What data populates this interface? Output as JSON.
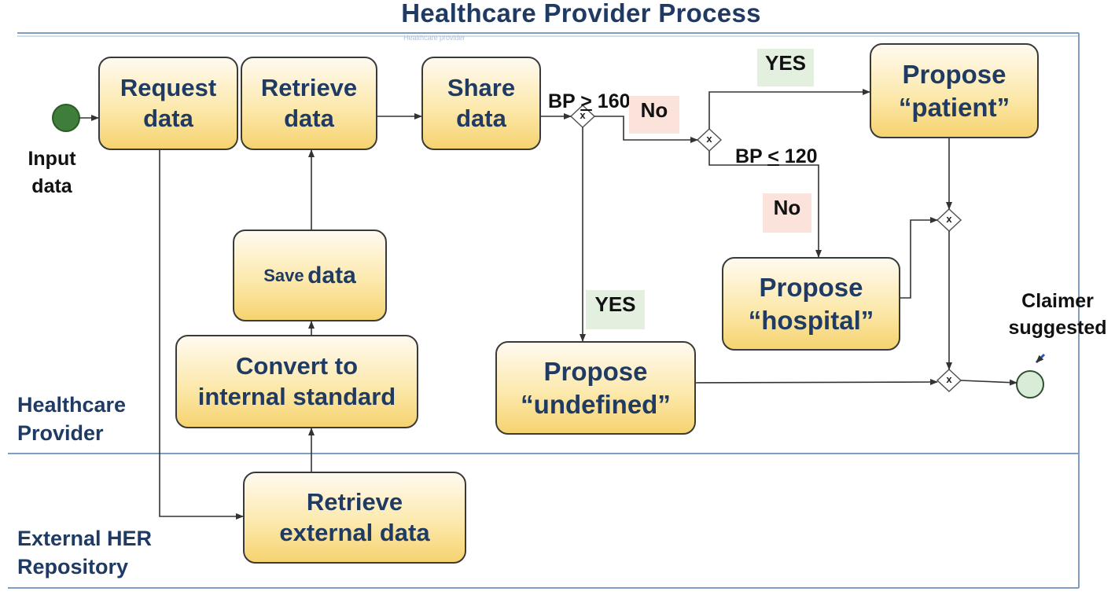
{
  "title": "Healthcare Provider Process",
  "lane_caption": "Healthcare provider",
  "lanes": {
    "provider": "Healthcare\nProvider",
    "external": "External HER\nRepository"
  },
  "events": {
    "start": "Input\ndata",
    "end": "Claimer\nsuggested"
  },
  "tasks": {
    "request_data": "Request\ndata",
    "retrieve_data": "Retrieve\ndata",
    "share_data": "Share\ndata",
    "save_data_small": "Save",
    "save_data_big": "data",
    "convert": "Convert to\ninternal standard",
    "retrieve_external": "Retrieve\nexternal data",
    "propose_patient": "Propose\n“patient”",
    "propose_hospital": "Propose\n“hospital”",
    "propose_undefined": "Propose\n“undefined”"
  },
  "conditions": {
    "bp_high_prefix": "BP ",
    "bp_high_op": ">",
    "bp_high_value": " 160",
    "bp_low_prefix": "BP ",
    "bp_low_op": "<",
    "bp_low_value": " 120"
  },
  "flow_labels": {
    "yes_top": "YES",
    "no_top": "No",
    "no_mid": "No",
    "yes_mid": "YES"
  },
  "gateway_symbol": "x",
  "colors": {
    "title": "#1f3b64",
    "task_border": "#3a3a3a",
    "start_fill": "#3f7d3a",
    "end_fill": "#d8ecd8",
    "lane_line": "#7f9cc4",
    "yes_bg": "#e3efdf",
    "no_bg": "#fbe3dc"
  }
}
